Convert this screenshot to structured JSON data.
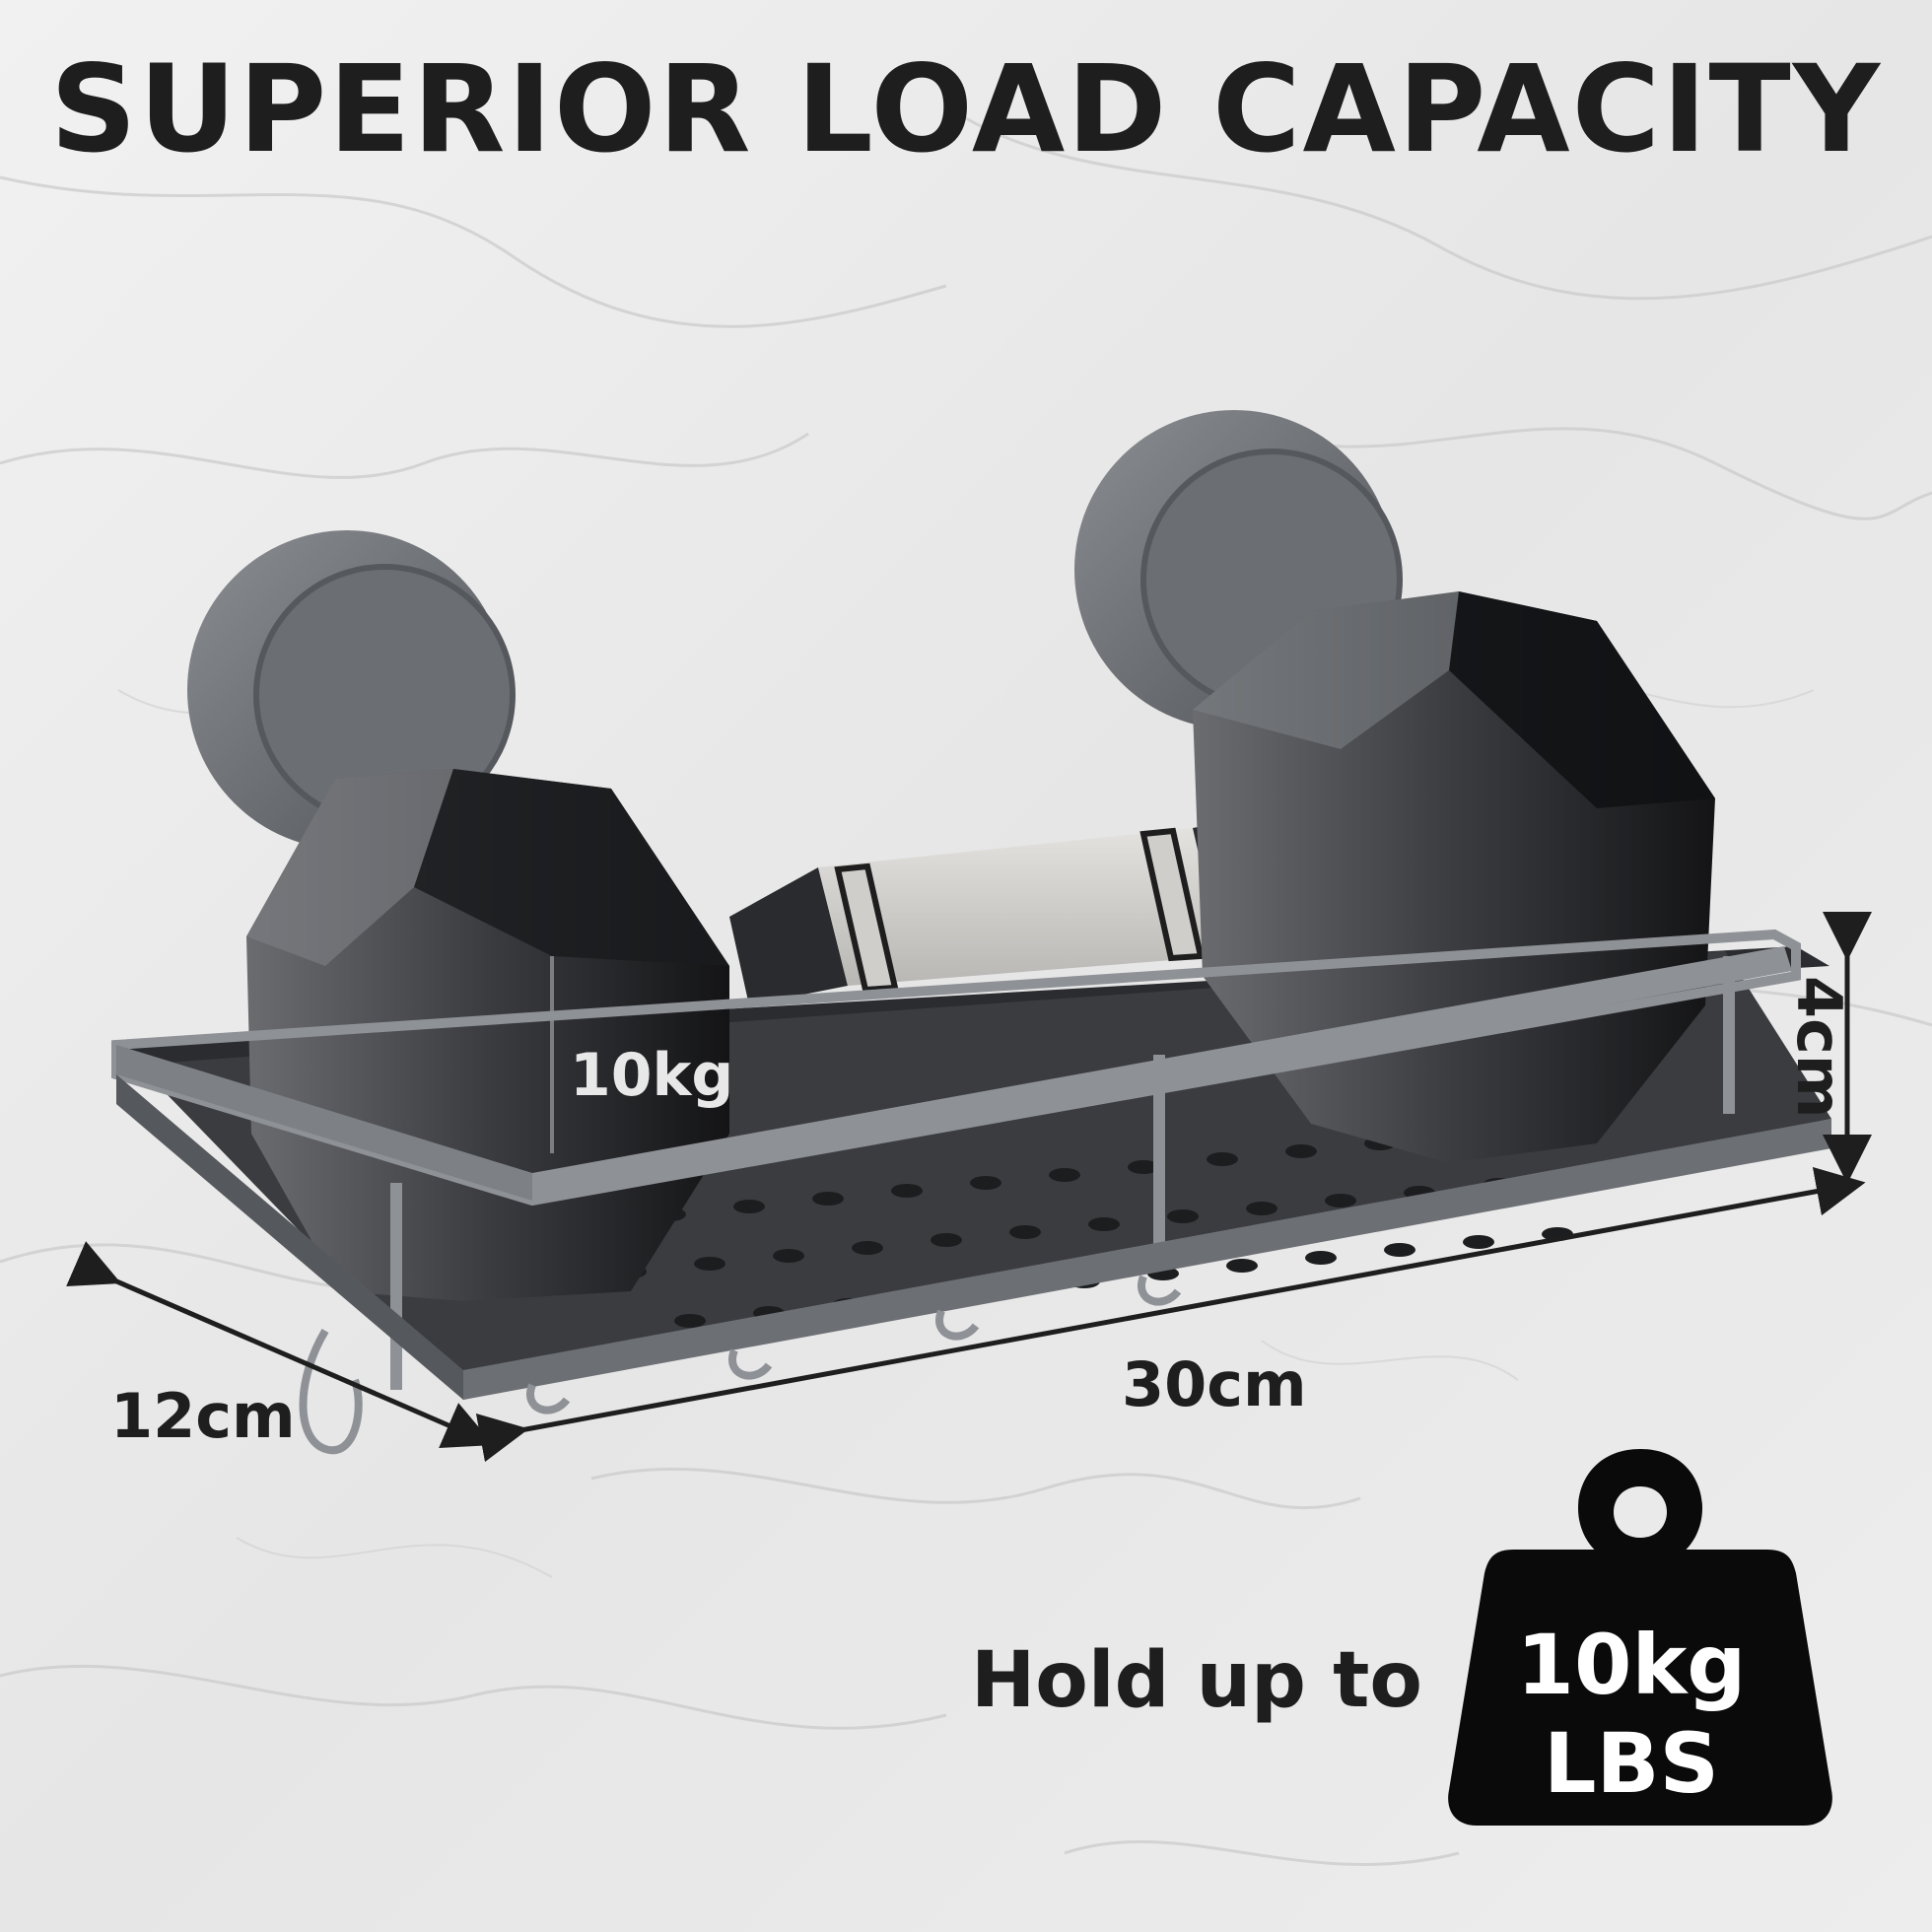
{
  "headline": "SUPERIOR LOAD CAPACITY",
  "dumbbell_label": "10kg",
  "dimensions": {
    "depth": "12cm",
    "width": "30cm",
    "height": "4cm"
  },
  "capacity": {
    "prefix": "Hold up to",
    "weight": "10kg",
    "unit": "LBS"
  },
  "colors": {
    "background": "#ececec",
    "text": "#1e1e1e",
    "metal": "#4a4c50",
    "weight_icon": "#0a0a0a"
  }
}
